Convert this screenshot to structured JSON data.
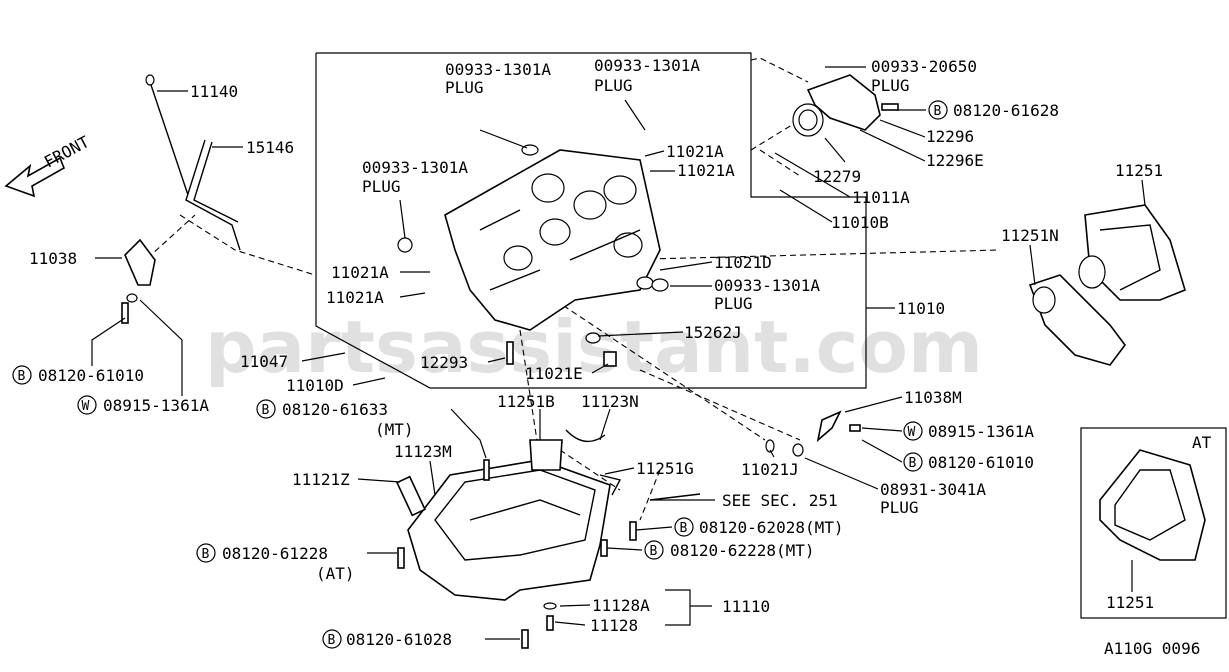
{
  "diagram": {
    "front_label": "FRONT",
    "watermark": "partsassistant.com",
    "figure_code": "A110G 0096",
    "at_box_label": "AT",
    "labels": {
      "p11140": "11140",
      "p15146": "15146",
      "p11038": "11038",
      "p08120_61010_l": "08120-61010",
      "p08915_1361a_l": "08915-1361A",
      "p11047": "11047",
      "p11010d": "11010D",
      "p08120_61633": "08120-61633",
      "p08120_61633_note": "(MT)",
      "p00933_a_part": "00933-1301A",
      "p00933_a_plug": "PLUG",
      "p00933_b_part": "00933-1301A",
      "p00933_b_plug": "PLUG",
      "p00933_c_part": "00933-1301A",
      "p00933_c_plug": "PLUG",
      "p00933_d_part": "00933-1301A",
      "p00933_d_plug": "PLUG",
      "p00933_20650": "00933-20650",
      "p00933_20650_plug": "PLUG",
      "p08120_61628": "08120-61628",
      "p12296": "12296",
      "p12296e": "12296E",
      "p12279": "12279",
      "p11021a_1": "11021A",
      "p11021a_2": "11021A",
      "p11021a_3": "11021A",
      "p11021a_4": "11021A",
      "p11011a": "11011A",
      "p11010b": "11010B",
      "p11021d": "11021D",
      "p11010": "11010",
      "p15262j": "15262J",
      "p12293": "12293",
      "p11021e": "11021E",
      "p11251_top": "11251",
      "p11251n": "11251N",
      "p11038m": "11038M",
      "p08915_1361a_r": "08915-1361A",
      "p08120_61010_r": "08120-61010",
      "p11021j": "11021J",
      "p08931_3041a": "08931-3041A",
      "p08931_plug": "PLUG",
      "p11251b": "11251B",
      "p11123n": "11123N",
      "p11123m": "11123M",
      "p11251g": "11251G",
      "p11121z": "11121Z",
      "see_sec": "SEE SEC. 251",
      "p08120_62028": "08120-62028(MT)",
      "p08120_62228": "08120-62228(MT)",
      "p08120_61228": "08120-61228",
      "p08120_61228_note": "(AT)",
      "p11128a": "11128A",
      "p11128": "11128",
      "p11110": "11110",
      "p08120_61028": "08120-61028",
      "p11251_at": "11251"
    },
    "badges": {
      "bolt": "B",
      "washer": "W"
    }
  }
}
